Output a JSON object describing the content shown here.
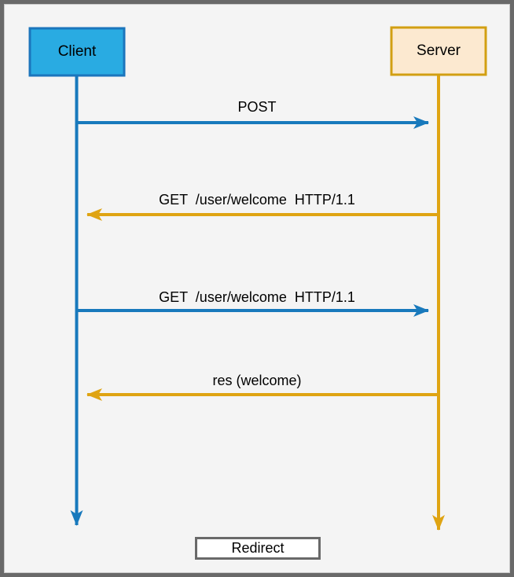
{
  "colors": {
    "blue": "#1879BC",
    "blue_border": "#1B75BC",
    "client_fill": "#29ABE2",
    "orange": "#DFA413",
    "orange_border": "#D29F12",
    "server_fill": "#FCE9D0",
    "frame_border": "#696969",
    "caption_border": "#696969",
    "background": "#F4F4F4",
    "text": "#000000"
  },
  "diagram": {
    "actors": {
      "client": {
        "label": "Client"
      },
      "server": {
        "label": "Server"
      }
    },
    "messages": [
      {
        "label": "POST",
        "from": "client",
        "to": "server",
        "color": "blue"
      },
      {
        "label": "GET  /user/welcome  HTTP/1.1",
        "from": "server",
        "to": "client",
        "color": "orange"
      },
      {
        "label": "GET  /user/welcome  HTTP/1.1",
        "from": "client",
        "to": "server",
        "color": "blue"
      },
      {
        "label": "res (welcome)",
        "from": "server",
        "to": "client",
        "color": "orange"
      }
    ],
    "caption": {
      "label": "Redirect"
    }
  }
}
